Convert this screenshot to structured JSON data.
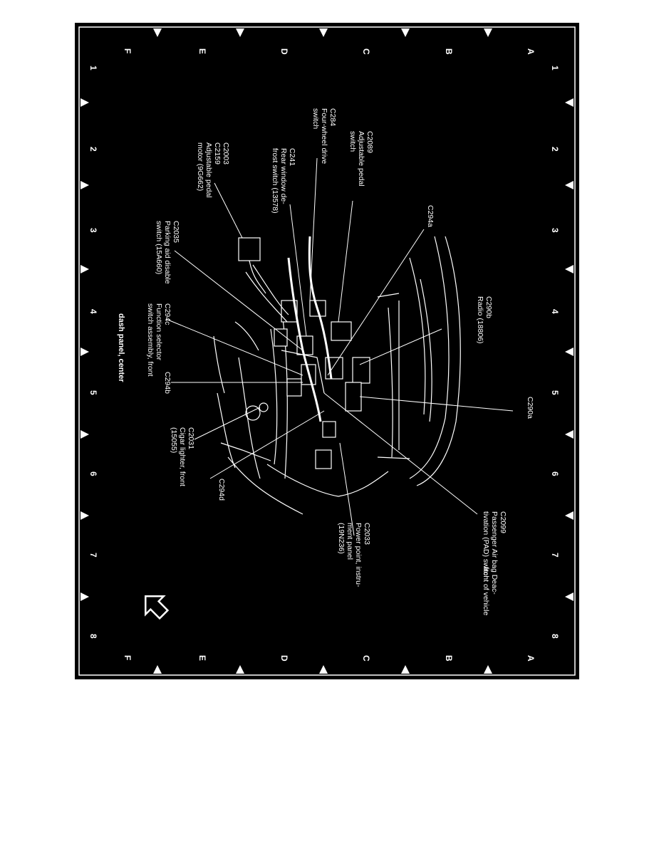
{
  "title": "dash panel, center",
  "grid": {
    "numbers": [
      "1",
      "2",
      "3",
      "4",
      "5",
      "6",
      "7",
      "8"
    ],
    "letters": [
      "A",
      "B",
      "C",
      "D",
      "E",
      "F"
    ]
  },
  "labels": {
    "c2089": [
      "C2089",
      "Adjustable pedal",
      "switch"
    ],
    "c284": [
      "C284",
      "Four-wheel drive",
      "switch"
    ],
    "c241": [
      "C241",
      "Rear window de-",
      "frost switch (13578)"
    ],
    "c2003_c2159": [
      "C2003",
      "C2159",
      "Adjustable pedal",
      "motor (9G662)"
    ],
    "c294a": [
      "C294a"
    ],
    "c2035": [
      "C2035",
      "Parking aid disable",
      "switch (15A660)"
    ],
    "c290b": [
      "C290b",
      "Radio (18806)"
    ],
    "c294c": [
      "C294c",
      "Function selector",
      "switch assembly, front"
    ],
    "c294b": [
      "C294b"
    ],
    "c290a": [
      "C290a"
    ],
    "c2031": [
      "C2031",
      "Cigar lighter, front",
      "(15055)"
    ],
    "c294d": [
      "C294d"
    ],
    "c2033": [
      "C2033",
      "Power point, instru-",
      "ment panel",
      "(19N236)"
    ],
    "c2099": [
      "C2099",
      "Passenger Air bag Deac-",
      "tivation (PAD) switch"
    ],
    "front": [
      "front of vehicle"
    ]
  },
  "colors": {
    "background": "#000000",
    "ink": "#ffffff",
    "page": "#ffffff"
  },
  "icons": {
    "triangle": "triangle-marker-icon",
    "arrow": "front-arrow-icon"
  }
}
